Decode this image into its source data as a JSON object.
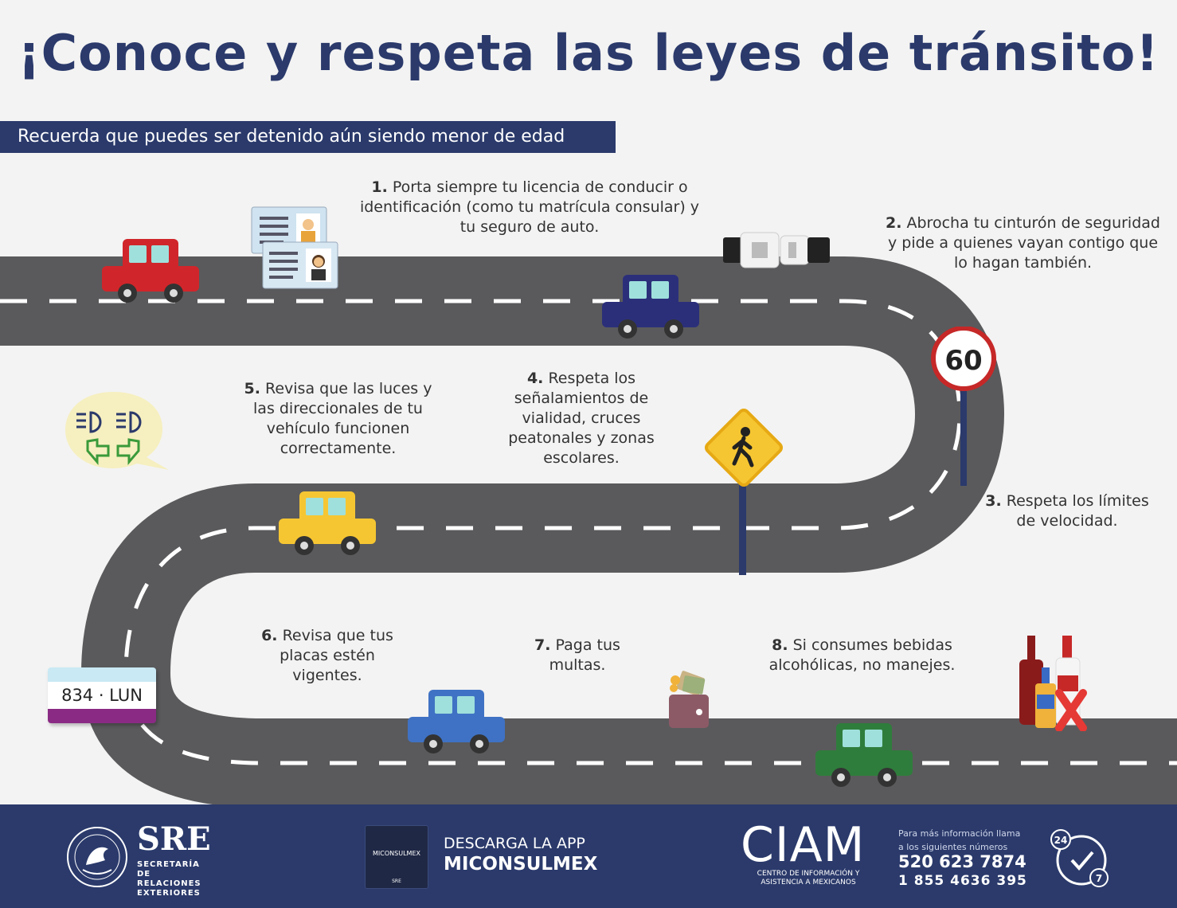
{
  "title": "¡Conoce y respeta las leyes de tránsito!",
  "subtitle": "Recuerda que puedes ser detenido aún siendo menor de edad",
  "tips": [
    {
      "num": "1.",
      "text": "Porta siempre tu licencia de conducir o identificación (como tu matrícula consular) y tu seguro de auto."
    },
    {
      "num": "2.",
      "text": "Abrocha tu cinturón de seguridad y pide a quienes vayan contigo que lo hagan también."
    },
    {
      "num": "3.",
      "text": "Respeta los límites de velocidad."
    },
    {
      "num": "4.",
      "text": "Respeta los señalamientos de vialidad, cruces peatonales y zonas escolares."
    },
    {
      "num": "5.",
      "text": "Revisa que las luces y las direccionales de tu vehículo funcionen correctamente."
    },
    {
      "num": "6.",
      "text": "Revisa que tus placas estén vigentes."
    },
    {
      "num": "7.",
      "text": "Paga tus multas."
    },
    {
      "num": "8.",
      "text": "Si consumes bebidas alcohólicas, no manejes."
    }
  ],
  "speed_sign": "60",
  "plate_text": "834 · LUN",
  "footer": {
    "sre": "SRE",
    "sre_sub": "SECRETARÍA DE RELACIONES EXTERIORES",
    "app_icon_label": "MICONSULMEX",
    "app_icon_sub": "SRE",
    "download_line1": "DESCARGA LA APP",
    "download_line2": "MICONSULMEX",
    "ciam": "CIAM",
    "ciam_sub": "CENTRO DE INFORMACIÓN Y ASISTENCIA A MEXICANOS",
    "info_line": "Para más información llama a los siguientes números",
    "phone1": "520 623 7874",
    "phone2": "1 855 4636 395",
    "hours_24": "24",
    "hours_7": "7"
  },
  "colors": {
    "navy": "#2b3a6b",
    "road": "#5a5a5c",
    "red_car": "#d0262b",
    "navy_car": "#2b2f7a",
    "yellow_car": "#f6c632",
    "blue_car": "#3f72c4",
    "green_car": "#2f7d3c"
  },
  "icons": [
    "license-icon",
    "seatbelt-icon",
    "speed-limit-sign-icon",
    "pedestrian-sign-icon",
    "headlights-icon",
    "license-plate-icon",
    "wallet-icon",
    "alcohol-bottles-icon",
    "clock-24-7-icon"
  ]
}
